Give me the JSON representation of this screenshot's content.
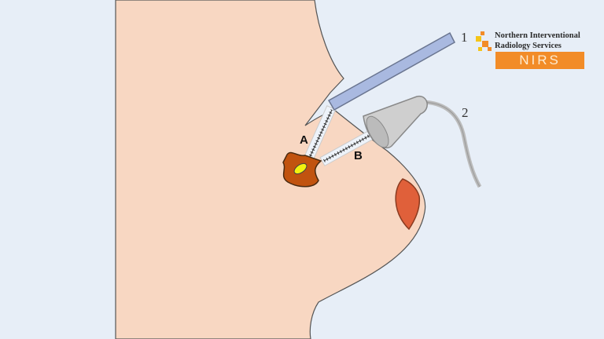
{
  "labels": {
    "a": "A",
    "b": "B",
    "one": "1",
    "two": "2"
  },
  "logo": {
    "line1": "Northern Interventional",
    "line2": "Radiology Services",
    "acronym": "NIRS"
  },
  "colors": {
    "background": "#e7eef7",
    "skin": "#f8d7c2",
    "lesion": "#c1530f",
    "target": "#f2f20f",
    "needle": "#a9b9e0",
    "probe": "#cfcfcf",
    "nipple": "#e0603a",
    "logo": "#f28c28"
  }
}
